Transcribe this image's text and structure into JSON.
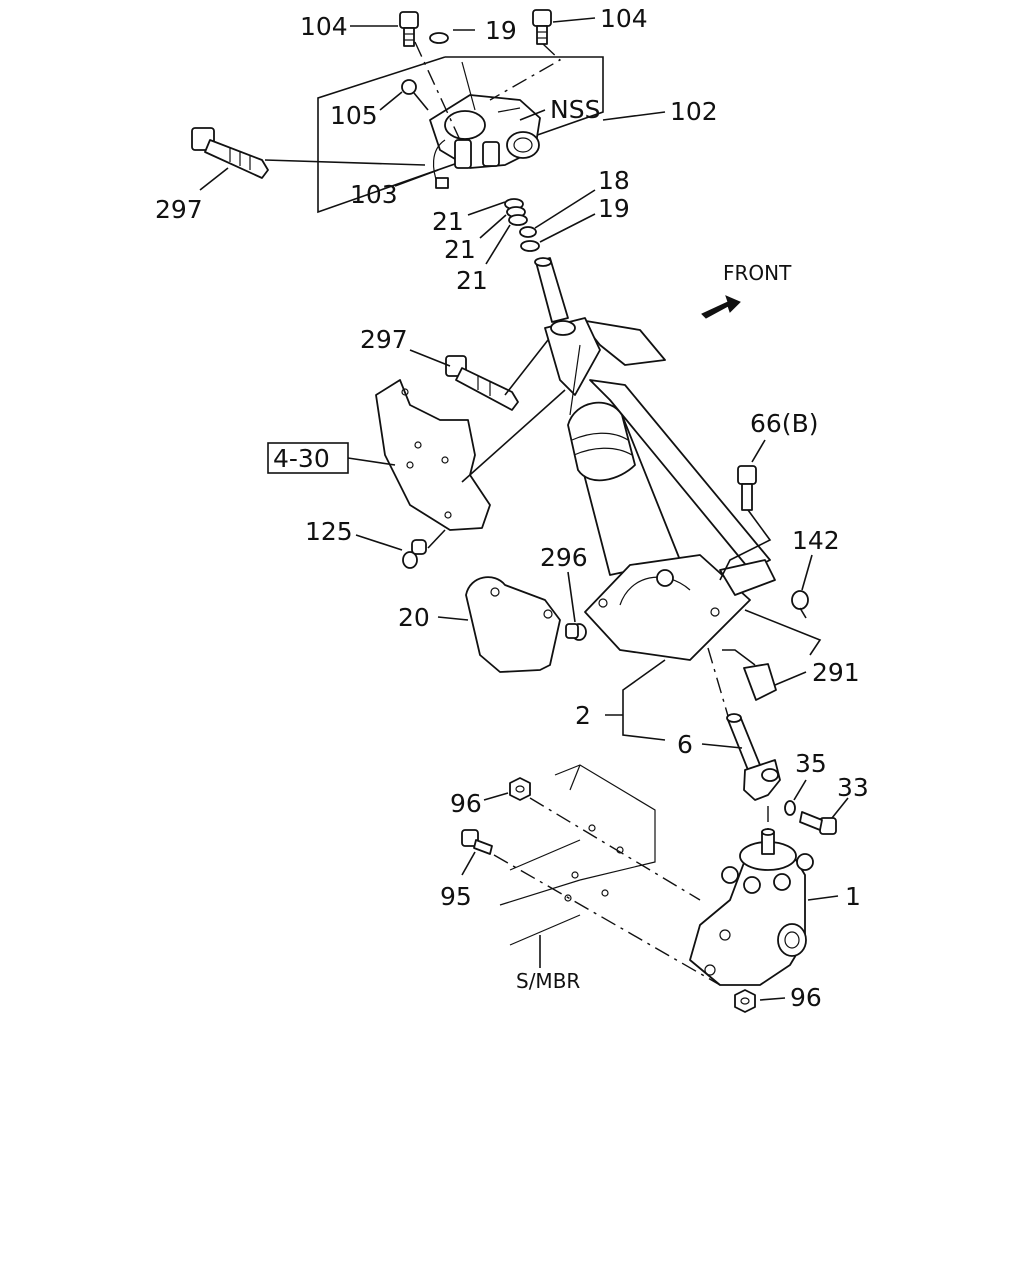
{
  "callouts": {
    "c104a": "104",
    "c19a": "19",
    "c104b": "104",
    "c105": "105",
    "cnss": "NSS",
    "c102": "102",
    "c297a": "297",
    "c103": "103",
    "c18": "18",
    "c19b": "19",
    "c21a": "21",
    "c21b": "21",
    "c21c": "21",
    "cfront": "FRONT",
    "c297b": "297",
    "c430": "4-30",
    "c66b": "66(B)",
    "c125": "125",
    "c142": "142",
    "c296": "296",
    "c20": "20",
    "c291": "291",
    "c2": "2",
    "c6": "6",
    "c35": "35",
    "c33": "33",
    "c96a": "96",
    "c95": "95",
    "c1": "1",
    "csmbr": "S/MBR",
    "c96b": "96"
  }
}
